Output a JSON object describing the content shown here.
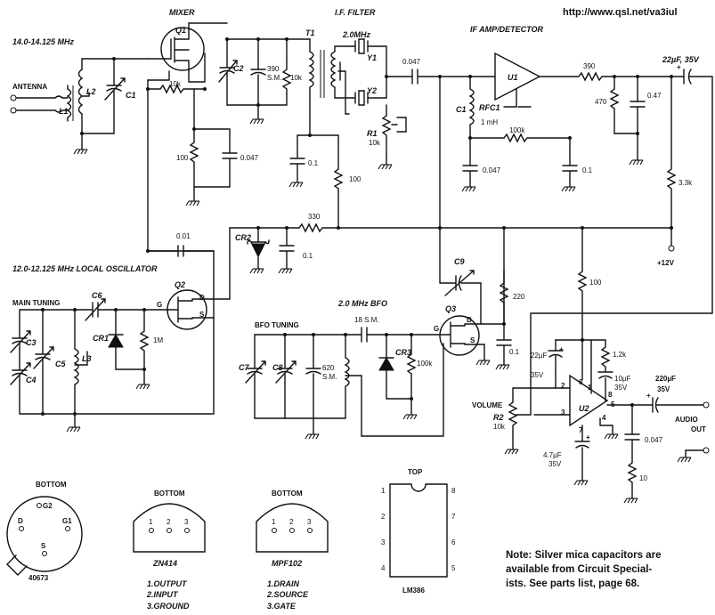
{
  "url": "http://www.qsl.net/va3iul",
  "sections": {
    "mixer": "MIXER",
    "if_filter": "I.F. FILTER",
    "if_amp": "IF AMP/DETECTOR",
    "freq_in": "14.0-14.125 MHz",
    "antenna": "ANTENNA",
    "lo": "12.0-12.125 MHz LOCAL OSCILLATOR",
    "main_tuning": "MAIN TUNING",
    "bfo": "2.0 MHz BFO",
    "bfo_tuning": "BFO TUNING",
    "volume": "VOLUME",
    "audio_out": "AUDIO",
    "audio_out2": "OUT",
    "supply": "+12V"
  },
  "parts": {
    "Q1": "Q1",
    "Q2": "Q2",
    "Q3": "Q3",
    "U1": "U1",
    "U2": "U2",
    "L1": "L1",
    "L2": "L2",
    "L3": "L3",
    "T1": "T1",
    "C1": "C1",
    "C2": "C2",
    "C3": "C3",
    "C4": "C4",
    "C5": "C5",
    "C6": "C6",
    "C7": "C7",
    "C8": "C8",
    "C9": "C9",
    "CR1": "CR1",
    "CR2": "CR2",
    "CR3": "CR3",
    "Y1": "Y1",
    "Y2": "Y2",
    "R1": "R1",
    "R2": "R2",
    "RFC1": "RFC1"
  },
  "values": {
    "xtal": "2.0MHz",
    "c390sm_a": "390",
    "c390sm_b": "S.M.",
    "r10k_t1": "10k",
    "r10k_mix": "10k",
    "r100_mix": "100",
    "c047_mix": "0.047",
    "c01_t1": "0.1",
    "r100_t1": "100",
    "r330": "330",
    "c01_cr2": "0.1",
    "c001": "0.01",
    "r1_a": "R1",
    "r1_b": "10k",
    "c047_if": "0.047",
    "rfc_val": "1 mH",
    "r100k_det": "100k",
    "c047_det": "0.047",
    "c01_det": "0.1",
    "r390": "390",
    "r470": "470",
    "c047_amp": "0.47",
    "c22uf": "22µF, 35V",
    "r33k": "3.3k",
    "r1m": "1M",
    "c18sm": "18 S.M.",
    "c620a": "620",
    "c620b": "S.M.",
    "r100k_bfo": "100k",
    "r220": "220",
    "c01_q3": "0.1",
    "r100_u2": "100",
    "c22uf_u2a": "22µF",
    "c22uf_u2b": "35V",
    "r12k": "1.2k",
    "c10uf_a": "10µF",
    "c10uf_b": "35V",
    "c220uf_a": "220µF",
    "c220uf_b": "35V",
    "r2_val": "10k",
    "c47uf_a": "4.7µF",
    "c47uf_b": "35V",
    "c047_out": "0.047",
    "r10_out": "10"
  },
  "pins": {
    "q_d": "D",
    "q_g": "G",
    "q_s": "S",
    "u2_1": "1",
    "u2_2": "2",
    "u2_3": "3",
    "u2_4": "4",
    "u2_5": "5",
    "u2_6": "6",
    "u2_7": "7",
    "u2_8": "8"
  },
  "packages": {
    "p1_view": "BOTTOM",
    "p1_g2": "G2",
    "p1_d": "D",
    "p1_g1": "G1",
    "p1_s": "S",
    "p1_name": "40673",
    "p2_view": "BOTTOM",
    "p2_name": "ZN414",
    "p2_1": "1.OUTPUT",
    "p2_2": "2.INPUT",
    "p2_3": "3.GROUND",
    "p3_view": "BOTTOM",
    "p3_name": "MPF102",
    "p3_1": "1.DRAIN",
    "p3_2": "2.SOURCE",
    "p3_3": "3.GATE",
    "p4_view": "TOP",
    "p4_name": "LM386",
    "pin1": "1",
    "pin2": "2",
    "pin3": "3"
  },
  "note": {
    "line1": "Note: Silver mica capacitors are",
    "line2": "available from Circuit Special-",
    "line3": "ists. See parts list, page 68."
  }
}
